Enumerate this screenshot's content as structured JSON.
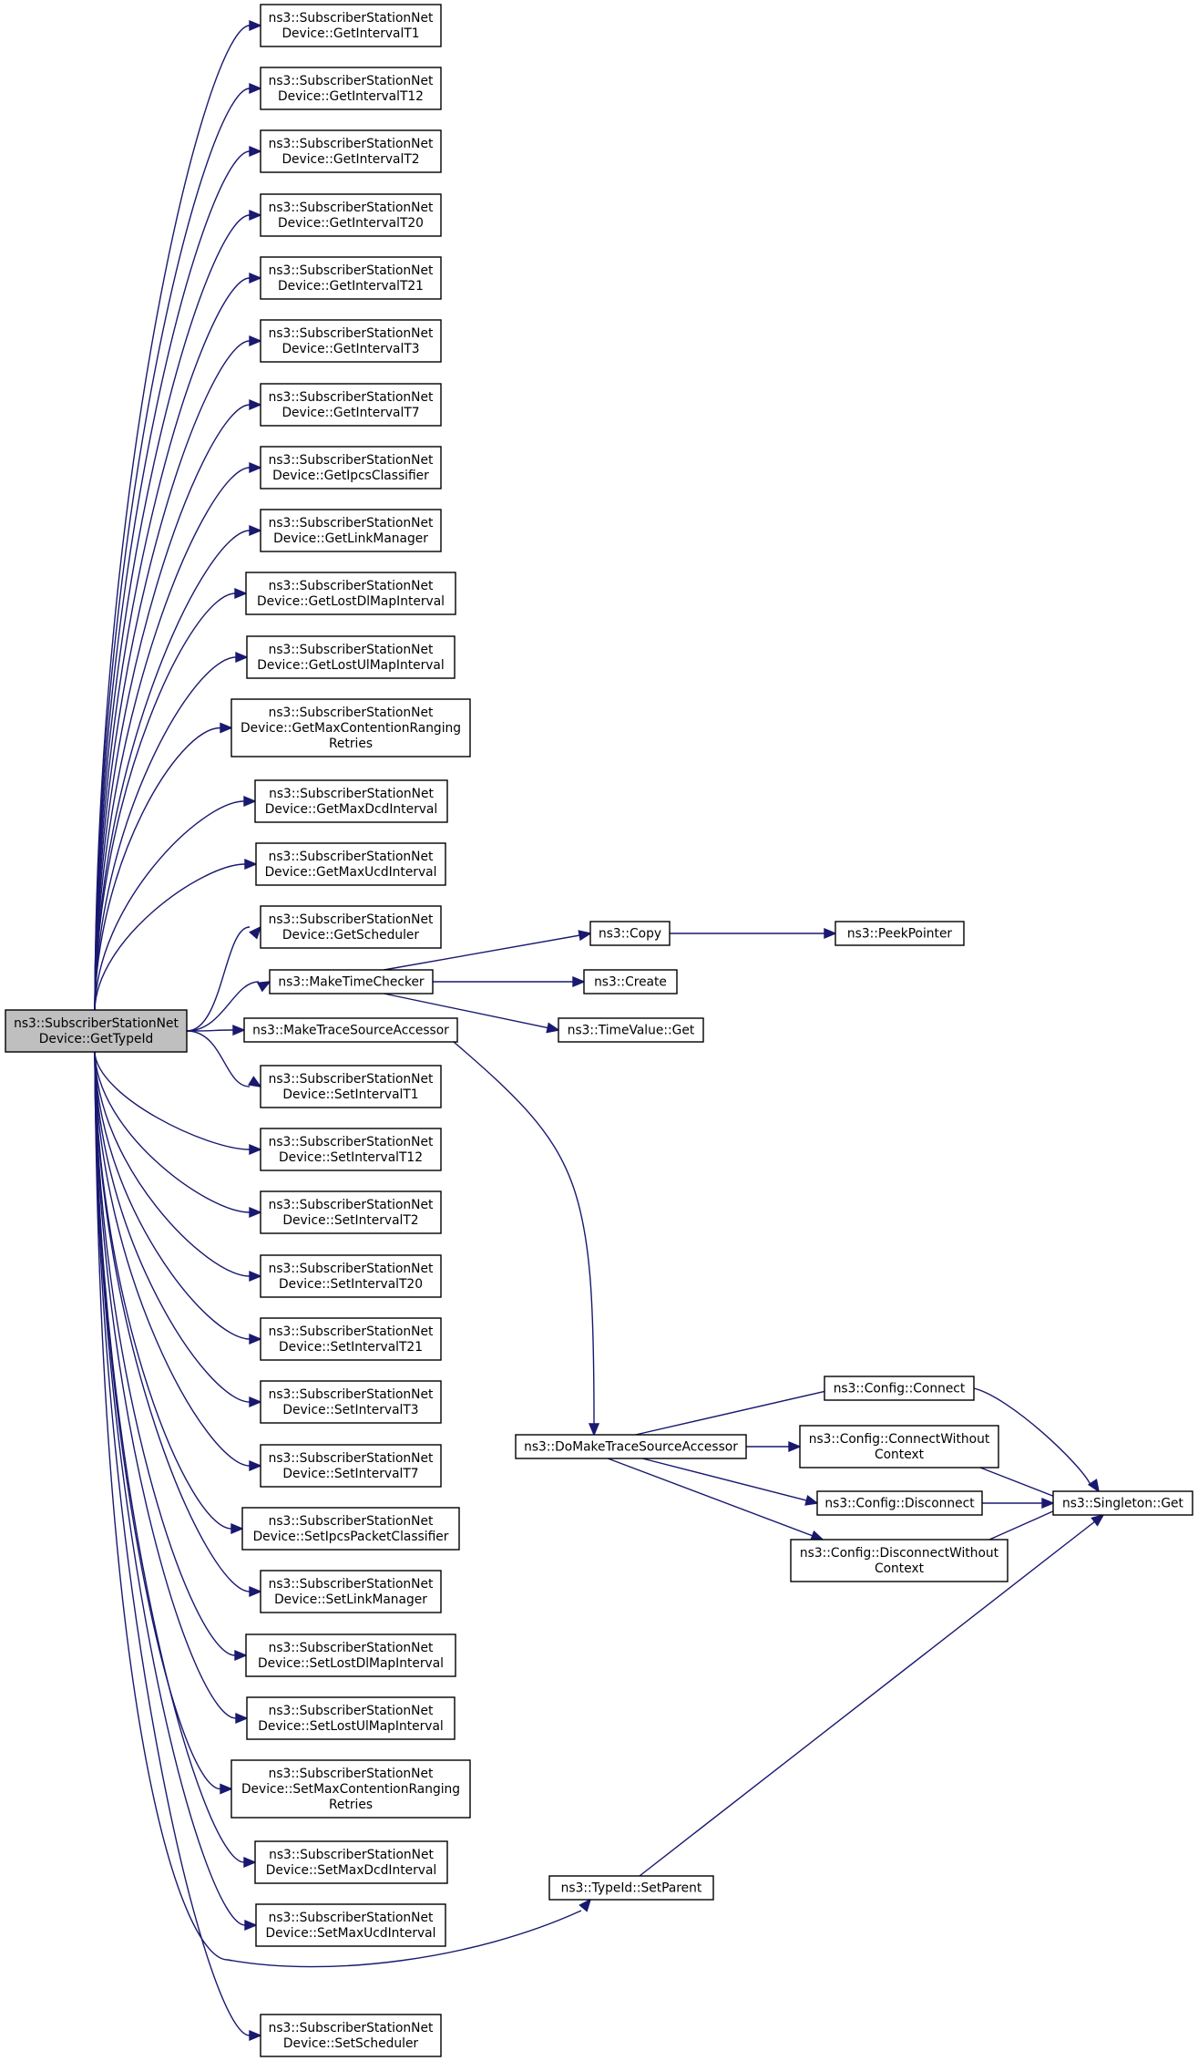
{
  "nodes": [
    {
      "id": "root",
      "root": true,
      "lines": [
        "ns3::SubscriberStationNet",
        "Device::GetTypeId"
      ]
    },
    {
      "id": "getT1",
      "lines": [
        "ns3::SubscriberStationNet",
        "Device::GetIntervalT1"
      ]
    },
    {
      "id": "getT12",
      "lines": [
        "ns3::SubscriberStationNet",
        "Device::GetIntervalT12"
      ]
    },
    {
      "id": "getT2",
      "lines": [
        "ns3::SubscriberStationNet",
        "Device::GetIntervalT2"
      ]
    },
    {
      "id": "getT20",
      "lines": [
        "ns3::SubscriberStationNet",
        "Device::GetIntervalT20"
      ]
    },
    {
      "id": "getT21",
      "lines": [
        "ns3::SubscriberStationNet",
        "Device::GetIntervalT21"
      ]
    },
    {
      "id": "getT3",
      "lines": [
        "ns3::SubscriberStationNet",
        "Device::GetIntervalT3"
      ]
    },
    {
      "id": "getT7",
      "lines": [
        "ns3::SubscriberStationNet",
        "Device::GetIntervalT7"
      ]
    },
    {
      "id": "getIpcs",
      "lines": [
        "ns3::SubscriberStationNet",
        "Device::GetIpcsClassifier"
      ]
    },
    {
      "id": "getLink",
      "lines": [
        "ns3::SubscriberStationNet",
        "Device::GetLinkManager"
      ]
    },
    {
      "id": "getLostDl",
      "lines": [
        "ns3::SubscriberStationNet",
        "Device::GetLostDlMapInterval"
      ]
    },
    {
      "id": "getLostUl",
      "lines": [
        "ns3::SubscriberStationNet",
        "Device::GetLostUlMapInterval"
      ]
    },
    {
      "id": "getMaxCont",
      "lines": [
        "ns3::SubscriberStationNet",
        "Device::GetMaxContentionRanging",
        "Retries"
      ]
    },
    {
      "id": "getMaxDcd",
      "lines": [
        "ns3::SubscriberStationNet",
        "Device::GetMaxDcdInterval"
      ]
    },
    {
      "id": "getMaxUcd",
      "lines": [
        "ns3::SubscriberStationNet",
        "Device::GetMaxUcdInterval"
      ]
    },
    {
      "id": "getSched",
      "lines": [
        "ns3::SubscriberStationNet",
        "Device::GetScheduler"
      ]
    },
    {
      "id": "makeTime",
      "lines": [
        "ns3::MakeTimeChecker"
      ]
    },
    {
      "id": "makeTrace",
      "lines": [
        "ns3::MakeTraceSourceAccessor"
      ]
    },
    {
      "id": "setT1",
      "lines": [
        "ns3::SubscriberStationNet",
        "Device::SetIntervalT1"
      ]
    },
    {
      "id": "setT12",
      "lines": [
        "ns3::SubscriberStationNet",
        "Device::SetIntervalT12"
      ]
    },
    {
      "id": "setT2",
      "lines": [
        "ns3::SubscriberStationNet",
        "Device::SetIntervalT2"
      ]
    },
    {
      "id": "setT20",
      "lines": [
        "ns3::SubscriberStationNet",
        "Device::SetIntervalT20"
      ]
    },
    {
      "id": "setT21",
      "lines": [
        "ns3::SubscriberStationNet",
        "Device::SetIntervalT21"
      ]
    },
    {
      "id": "setT3",
      "lines": [
        "ns3::SubscriberStationNet",
        "Device::SetIntervalT3"
      ]
    },
    {
      "id": "setT7",
      "lines": [
        "ns3::SubscriberStationNet",
        "Device::SetIntervalT7"
      ]
    },
    {
      "id": "setIpcs",
      "lines": [
        "ns3::SubscriberStationNet",
        "Device::SetIpcsPacketClassifier"
      ]
    },
    {
      "id": "setLink",
      "lines": [
        "ns3::SubscriberStationNet",
        "Device::SetLinkManager"
      ]
    },
    {
      "id": "setLostDl",
      "lines": [
        "ns3::SubscriberStationNet",
        "Device::SetLostDlMapInterval"
      ]
    },
    {
      "id": "setLostUl",
      "lines": [
        "ns3::SubscriberStationNet",
        "Device::SetLostUlMapInterval"
      ]
    },
    {
      "id": "setMaxCont",
      "lines": [
        "ns3::SubscriberStationNet",
        "Device::SetMaxContentionRanging",
        "Retries"
      ]
    },
    {
      "id": "setMaxDcd",
      "lines": [
        "ns3::SubscriberStationNet",
        "Device::SetMaxDcdInterval"
      ]
    },
    {
      "id": "setMaxUcd",
      "lines": [
        "ns3::SubscriberStationNet",
        "Device::SetMaxUcdInterval"
      ]
    },
    {
      "id": "setParent",
      "lines": [
        "ns3::TypeId::SetParent"
      ]
    },
    {
      "id": "setSched",
      "lines": [
        "ns3::SubscriberStationNet",
        "Device::SetScheduler"
      ]
    },
    {
      "id": "copy",
      "lines": [
        "ns3::Copy"
      ]
    },
    {
      "id": "create",
      "lines": [
        "ns3::Create"
      ]
    },
    {
      "id": "tvGet",
      "lines": [
        "ns3::TimeValue::Get"
      ]
    },
    {
      "id": "peek",
      "lines": [
        "ns3::PeekPointer"
      ]
    },
    {
      "id": "doMake",
      "lines": [
        "ns3::DoMakeTraceSourceAccessor"
      ]
    },
    {
      "id": "cfgConnect",
      "lines": [
        "ns3::Config::Connect"
      ]
    },
    {
      "id": "cfgConnectWo",
      "lines": [
        "ns3::Config::ConnectWithout",
        "Context"
      ]
    },
    {
      "id": "cfgDisconnect",
      "lines": [
        "ns3::Config::Disconnect"
      ]
    },
    {
      "id": "cfgDisconnectWo",
      "lines": [
        "ns3::Config::DisconnectWithout",
        "Context"
      ]
    },
    {
      "id": "singleton",
      "lines": [
        "ns3::Singleton::Get"
      ]
    }
  ],
  "edges": [
    [
      "root",
      "getT1"
    ],
    [
      "root",
      "getT12"
    ],
    [
      "root",
      "getT2"
    ],
    [
      "root",
      "getT20"
    ],
    [
      "root",
      "getT21"
    ],
    [
      "root",
      "getT3"
    ],
    [
      "root",
      "getT7"
    ],
    [
      "root",
      "getIpcs"
    ],
    [
      "root",
      "getLink"
    ],
    [
      "root",
      "getLostDl"
    ],
    [
      "root",
      "getLostUl"
    ],
    [
      "root",
      "getMaxCont"
    ],
    [
      "root",
      "getMaxDcd"
    ],
    [
      "root",
      "getMaxUcd"
    ],
    [
      "root",
      "getSched"
    ],
    [
      "root",
      "makeTime"
    ],
    [
      "root",
      "makeTrace"
    ],
    [
      "root",
      "setT1"
    ],
    [
      "root",
      "setT12"
    ],
    [
      "root",
      "setT2"
    ],
    [
      "root",
      "setT20"
    ],
    [
      "root",
      "setT21"
    ],
    [
      "root",
      "setT3"
    ],
    [
      "root",
      "setT7"
    ],
    [
      "root",
      "setIpcs"
    ],
    [
      "root",
      "setLink"
    ],
    [
      "root",
      "setLostDl"
    ],
    [
      "root",
      "setLostUl"
    ],
    [
      "root",
      "setMaxCont"
    ],
    [
      "root",
      "setMaxDcd"
    ],
    [
      "root",
      "setMaxUcd"
    ],
    [
      "root",
      "setParent"
    ],
    [
      "root",
      "setSched"
    ],
    [
      "makeTime",
      "copy"
    ],
    [
      "makeTime",
      "create"
    ],
    [
      "makeTime",
      "tvGet"
    ],
    [
      "copy",
      "peek"
    ],
    [
      "makeTrace",
      "doMake"
    ],
    [
      "doMake",
      "cfgConnect"
    ],
    [
      "doMake",
      "cfgConnectWo"
    ],
    [
      "doMake",
      "cfgDisconnect"
    ],
    [
      "doMake",
      "cfgDisconnectWo"
    ],
    [
      "cfgConnect",
      "singleton"
    ],
    [
      "cfgConnectWo",
      "singleton"
    ],
    [
      "cfgDisconnect",
      "singleton"
    ],
    [
      "cfgDisconnectWo",
      "singleton"
    ],
    [
      "setParent",
      "singleton"
    ]
  ]
}
